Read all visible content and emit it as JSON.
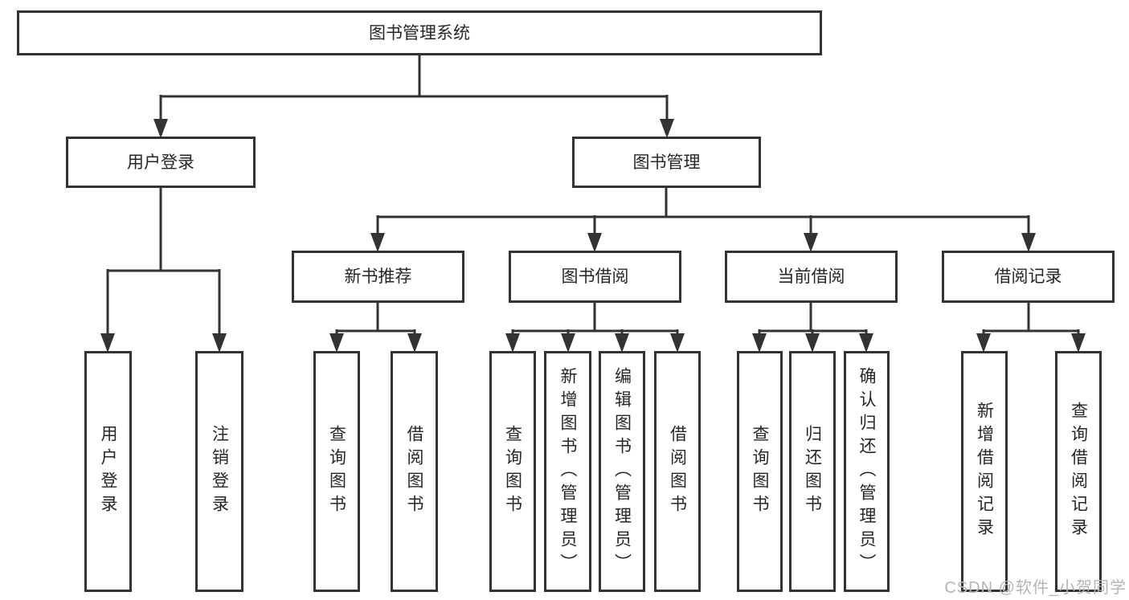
{
  "tree": {
    "root": {
      "label": "图书管理系统",
      "children": [
        {
          "label": "用户登录",
          "children": [
            {
              "label": "用户登录"
            },
            {
              "label": "注销登录"
            }
          ]
        },
        {
          "label": "图书管理",
          "children": [
            {
              "label": "新书推荐",
              "children": [
                {
                  "label": "查询图书"
                },
                {
                  "label": "借阅图书"
                }
              ]
            },
            {
              "label": "图书借阅",
              "children": [
                {
                  "label": "查询图书"
                },
                {
                  "label": "新增图书（管理员）"
                },
                {
                  "label": "编辑图书（管理员）"
                },
                {
                  "label": "借阅图书"
                }
              ]
            },
            {
              "label": "当前借阅",
              "children": [
                {
                  "label": "查询图书"
                },
                {
                  "label": "归还图书"
                },
                {
                  "label": "确认归还（管理员）"
                }
              ]
            },
            {
              "label": "借阅记录",
              "children": [
                {
                  "label": "新增借阅记录"
                },
                {
                  "label": "查询借阅记录"
                }
              ]
            }
          ]
        }
      ]
    }
  },
  "watermark": "CSDN @软件_小贺同学",
  "colors": {
    "line": "#333333",
    "text": "#262626",
    "watermark": "#b5b5b5",
    "background": "#ffffff"
  }
}
